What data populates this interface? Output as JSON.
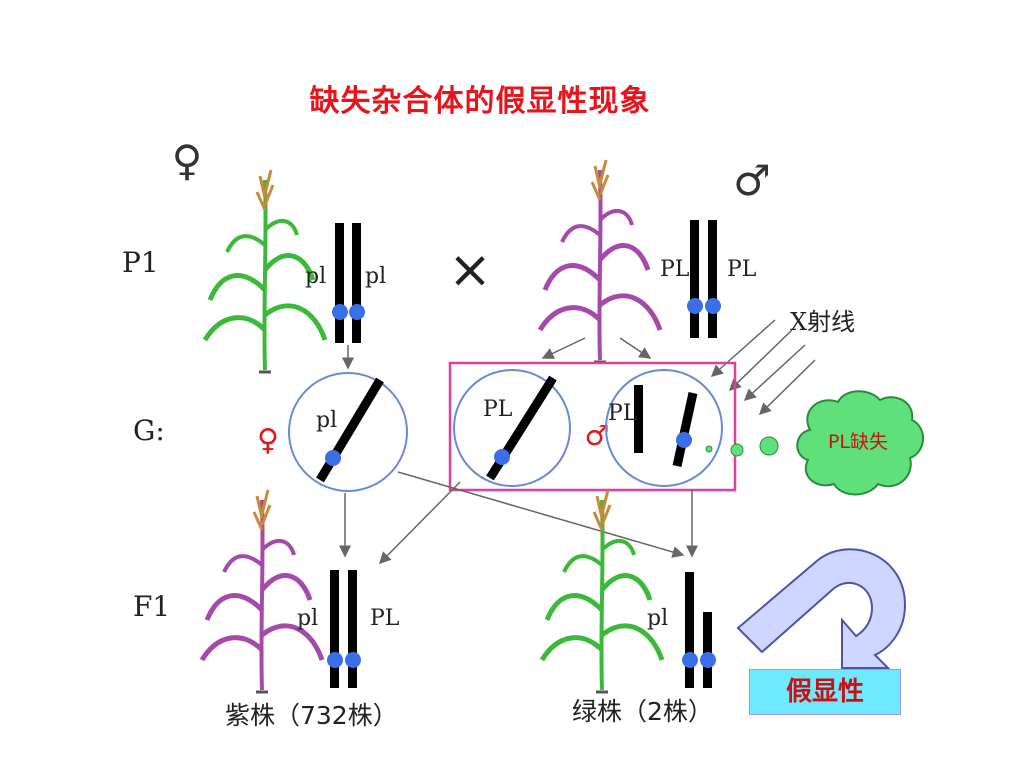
{
  "title": "缺失杂合体的假显性现象",
  "symbols": {
    "female": "♀",
    "male": "♂",
    "cross": "×"
  },
  "rows": {
    "p1": "P1",
    "g": "G:",
    "f1": "F1"
  },
  "genes": {
    "pl": "pl",
    "PL": "PL"
  },
  "x_ray_label": "X射线",
  "deletion_label": "PL缺失",
  "pseudo_dominance_label": "假显性",
  "f1_counts": {
    "purple": "紫株（732株）",
    "green": "绿株（2株）"
  },
  "colors": {
    "title": "#e8141c",
    "accent_red": "#e8141c",
    "chromosome": "#000000",
    "centromere": "#3a6fe8",
    "gamete_circle": "#6a8ad8",
    "highlight_box": "#e0409a",
    "cloud": "#5fe07a",
    "cloud_text": "#c81414",
    "badge_bg": "#6fe9ff",
    "badge_text": "#cc1010",
    "arrow_fill": "#cfd6ff",
    "arrow_stroke": "#5050b0"
  },
  "icons": [
    "female-symbol",
    "male-symbol",
    "cross-icon",
    "corn-plant-icon",
    "cloud-icon",
    "u-turn-arrow-icon"
  ]
}
